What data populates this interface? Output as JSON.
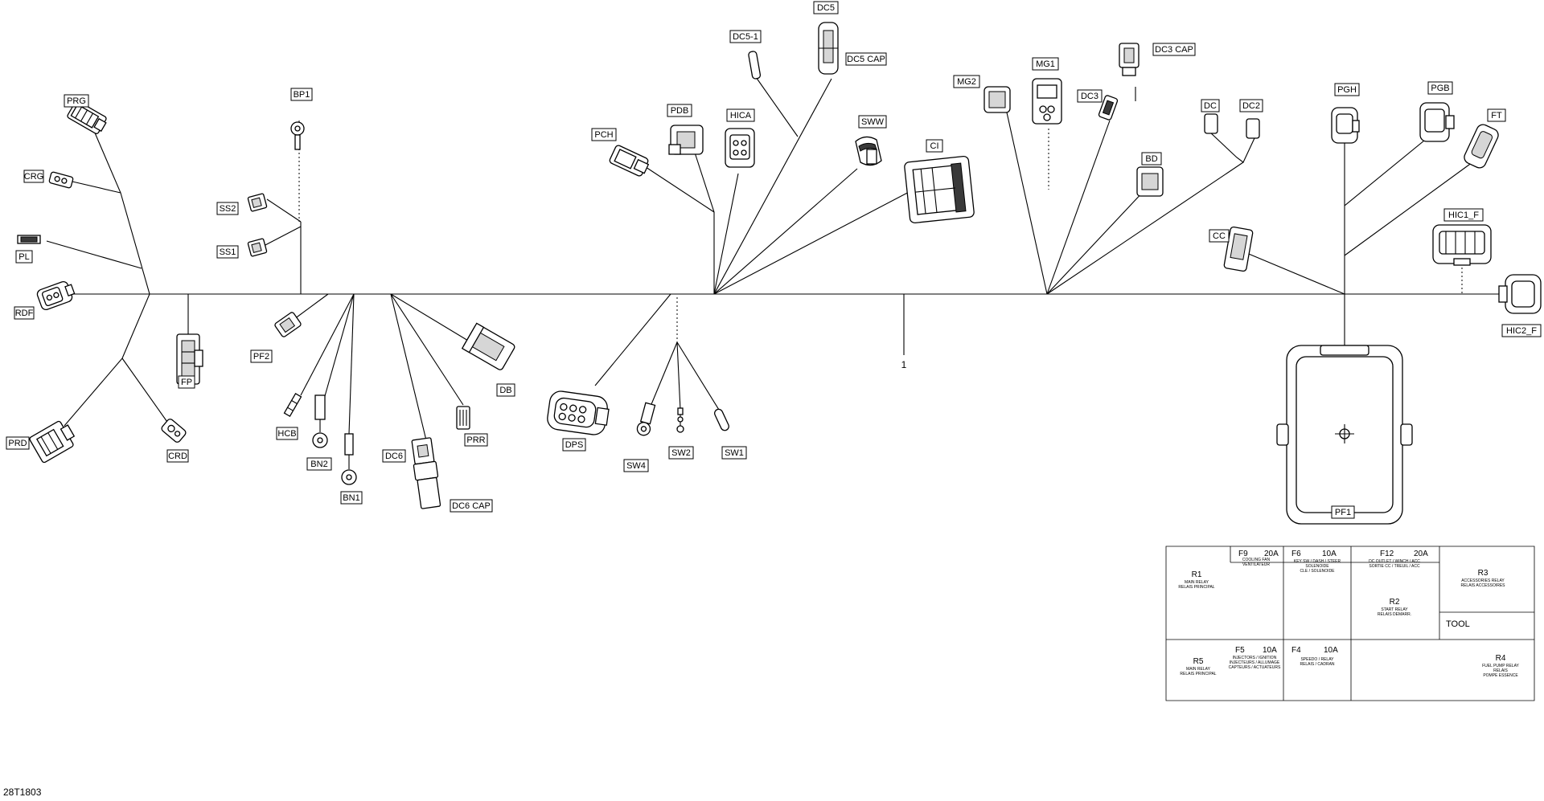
{
  "diagram_id": "28T1803",
  "item_number": "1",
  "labels": {
    "PRG": "PRG",
    "CRG": "CRG",
    "PL": "PL",
    "RDF": "RDF",
    "FP": "FP",
    "PRD": "PRD",
    "CRD": "CRD",
    "BP1": "BP1",
    "SS2": "SS2",
    "SS1": "SS1",
    "PF2": "PF2",
    "HCB": "HCB",
    "BN2": "BN2",
    "BN1": "BN1",
    "DC6": "DC6",
    "DC6CAP": "DC6 CAP",
    "PRR": "PRR",
    "DB": "DB",
    "DPS": "DPS",
    "SW4": "SW4",
    "SW2": "SW2",
    "SW1": "SW1",
    "PCH": "PCH",
    "PDB": "PDB",
    "HICA": "HICA",
    "DC51": "DC5-1",
    "DC5": "DC5",
    "DC5CAP": "DC5 CAP",
    "SWW": "SWW",
    "CI": "CI",
    "MG2": "MG2",
    "MG1": "MG1",
    "DC3": "DC3",
    "DC3CAP": "DC3 CAP",
    "DC": "DC",
    "DC2": "DC2",
    "BD": "BD",
    "CC": "CC",
    "PGH": "PGH",
    "PGB": "PGB",
    "FT": "FT",
    "HIC1F": "HIC1_F",
    "HIC2F": "HIC2_F",
    "PF1": "PF1"
  },
  "fuse_table": {
    "cells": [
      {
        "id": "F9",
        "rating": "20A",
        "text": [
          "COOLING FAN",
          "VENTILATEUR"
        ]
      },
      {
        "id": "F6",
        "rating": "10A",
        "text": [
          "KEY SW / DASH / STEER",
          "SOLENOIDE",
          "CLE / SOLENOIDE"
        ]
      },
      {
        "id": "F12",
        "rating": "20A",
        "text": [
          "DC OUTLET / WINCH / ACC",
          "SORTIE CC / TREUIL / ACC"
        ]
      },
      {
        "id": "R3",
        "rating": "",
        "text": [
          "ACCESSORIES RELAY",
          "RELAIS ACCESSOIRES"
        ]
      },
      {
        "id": "R1",
        "rating": "",
        "text": [
          "MAIN RELAY",
          "RELAIS PRINCIPAL"
        ]
      },
      {
        "id": "R2",
        "rating": "",
        "text": [
          "START RELAY",
          "RELAIS DEMARR."
        ]
      },
      {
        "id": "TOOL",
        "rating": "",
        "text": []
      },
      {
        "id": "R5",
        "rating": "",
        "text": [
          "MAIN RELAY",
          "RELAIS PRINCIPAL"
        ]
      },
      {
        "id": "F5",
        "rating": "10A",
        "text": [
          "INJECTORS / IGNITION",
          "INJECTEURS / ALLUMAGE",
          "CAPTEURS / ACTUATEURS"
        ]
      },
      {
        "id": "F4",
        "rating": "10A",
        "text": [
          "SPEEDO / RELAY",
          "RELAIS / CADRAN"
        ]
      },
      {
        "id": "R4",
        "rating": "",
        "text": [
          "FUEL PUMP RELAY",
          "RELAIS",
          "POMPE ESSENCE"
        ]
      }
    ]
  }
}
